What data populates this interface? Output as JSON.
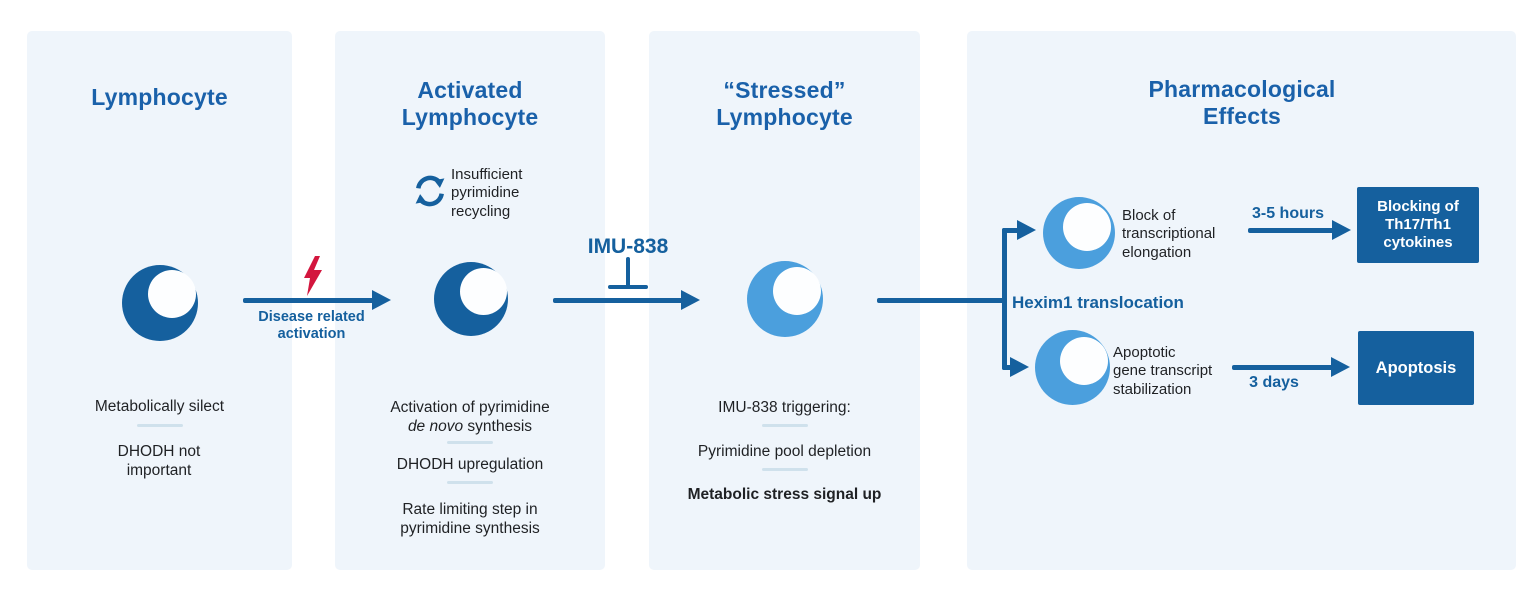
{
  "colors": {
    "dark_blue": "#15609e",
    "title_blue": "#1a61aa",
    "light_blue": "#4b9fdd",
    "panel_background": "#eff5fb",
    "divider": "#cfe1ec",
    "lightning_red": "#d3163e",
    "body_text": "#1f2124",
    "box_text": "#ffffff"
  },
  "icons": {
    "cell_dark": "lymphocyte-cell-icon",
    "cell_light": "stressed-lymphocyte-cell-icon",
    "lightning": "lightning-bolt-icon",
    "recycle": "recycle-icon",
    "inhibitor": "inhibition-bar-icon"
  },
  "panel_lymphocyte": {
    "title": "Lymphocyte",
    "note_metabolic": "Metabolically silect",
    "note_dhodh": "DHODH not important"
  },
  "connector_activation": {
    "label": "Disease related activation"
  },
  "panel_activated": {
    "title": "Activated Lymphocyte",
    "recycling_note": "Insufficient\npyrimidine\nrecycling",
    "note_synthesis_line1": "Activation of pyrimidine",
    "note_synthesis_italic": "de novo",
    "note_synthesis_rest": "synthesis",
    "note_dhodh": "DHODH upregulation",
    "note_rate_limiting": "Rate limiting step in pyrimidine synthesis"
  },
  "connector_imu": {
    "label": "IMU-838"
  },
  "panel_stressed": {
    "title": "“Stressed” Lymphocyte",
    "note_triggering": "IMU-838 triggering:",
    "note_depletion": "Pyrimidine pool depletion",
    "note_stress": "Metabolic stress signal up"
  },
  "panel_effects": {
    "title": "Pharmacological Effects",
    "hexim_label": "Hexim1 translocation",
    "top_branch": {
      "label": "Block of\ntranscriptional\nelongation",
      "duration": "3-5 hours",
      "outcome": "Blocking of Th17/Th1 cytokines"
    },
    "bottom_branch": {
      "label": "Apoptotic\ngene transcript\nstabilization",
      "duration": "3 days",
      "outcome": "Apoptosis"
    }
  }
}
